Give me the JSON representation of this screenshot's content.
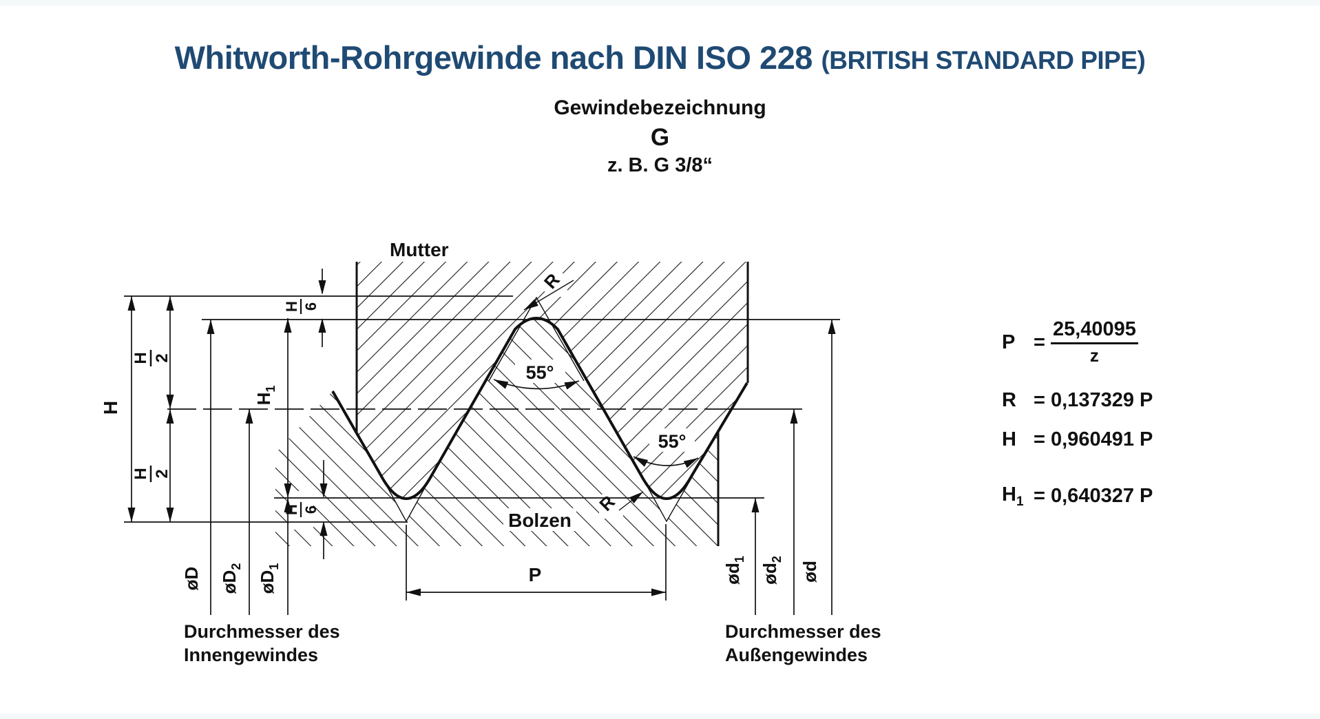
{
  "header": {
    "title_main": "Whitworth-Rohrgewinde nach DIN ISO 228",
    "title_paren": "(BRITISH STANDARD PIPE)",
    "subtitle_label": "Gewindebezeichnung",
    "subtitle_symbol": "G",
    "subtitle_example": "z. B. G 3/8“",
    "title_color": "#1f4a73"
  },
  "diagram": {
    "part_labels": {
      "nut": "Mutter",
      "bolt": "Bolzen"
    },
    "angle_crest": "55°",
    "angle_root": "55°",
    "radius_label": "R",
    "dim": {
      "H": "H",
      "H2_num": "H",
      "H2_den": "2",
      "H6_num": "H",
      "H6_den": "6",
      "H1_main": "H",
      "H1_sub": "1",
      "P": "P"
    },
    "diameters_internal": [
      {
        "text": "øD",
        "sub": ""
      },
      {
        "text": "øD",
        "sub": "2"
      },
      {
        "text": "øD",
        "sub": "1"
      }
    ],
    "diameters_external": [
      {
        "text": "ød",
        "sub": "1"
      },
      {
        "text": "ød",
        "sub": "2"
      },
      {
        "text": "ød",
        "sub": ""
      }
    ],
    "captions": {
      "internal_line1": "Durchmesser des",
      "internal_line2": "Innengewindes",
      "external_line1": "Durchmesser des",
      "external_line2": "Außengewindes"
    }
  },
  "formulas": [
    {
      "lhs": "P",
      "eq": "=",
      "num": "25,40095",
      "den": "z"
    },
    {
      "lhs": "R",
      "eq": "=",
      "value": "0,137329 P"
    },
    {
      "lhs": "H",
      "eq": "=",
      "value": "0,960491 P"
    },
    {
      "lhs": "H",
      "sub": "1",
      "eq": "=",
      "value": "0,640327 P"
    }
  ]
}
